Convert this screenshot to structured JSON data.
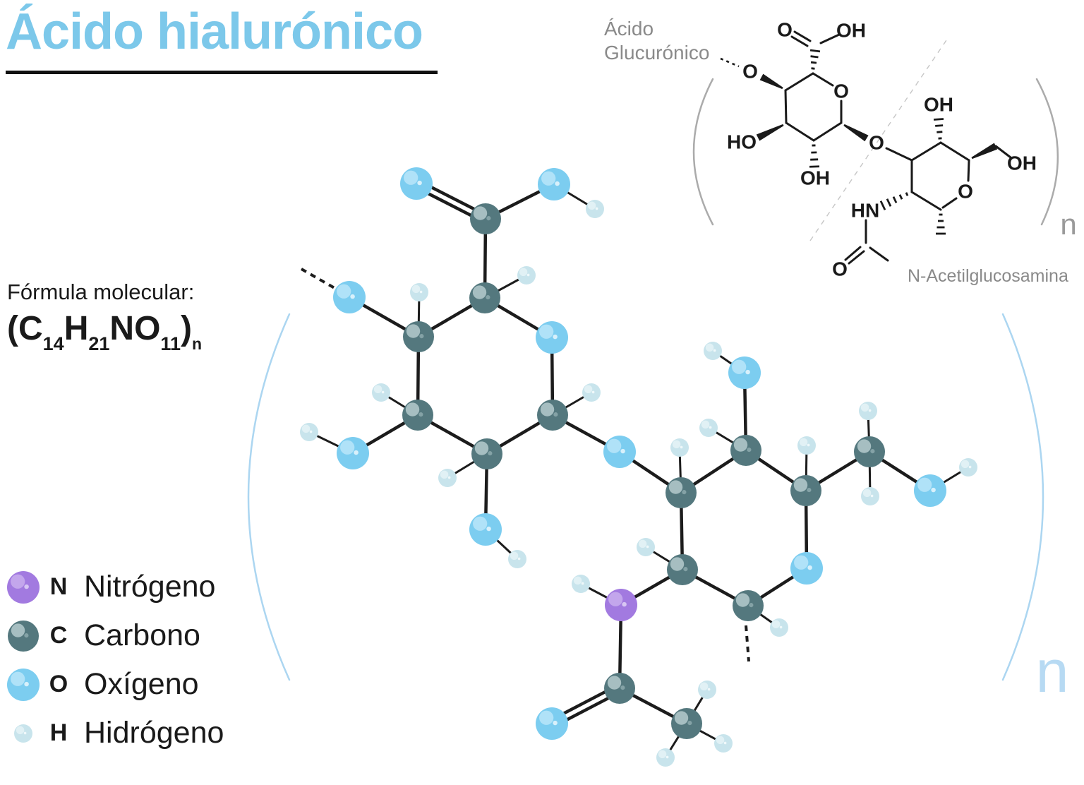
{
  "title": {
    "text": "Ácido hialurónico"
  },
  "colors": {
    "title": "#7CC8EA",
    "bracket": "#ACD6F1",
    "repeat_n": "#B7DAF3",
    "paren": "#ABABAB",
    "caption": "#8A8A8A",
    "bond": "#1C1C1C"
  },
  "formula": {
    "label": "Fórmula molecular:",
    "p1": "(C",
    "s1": "14",
    "p2": "H",
    "s2": "21",
    "p3": "NO",
    "s3": "11",
    "p4": ")",
    "s4": "n"
  },
  "legend": {
    "items": [
      {
        "symbol": "N",
        "name": "Nitrógeno",
        "element": "N"
      },
      {
        "symbol": "C",
        "name": "Carbono",
        "element": "C"
      },
      {
        "symbol": "O",
        "name": "Oxígeno",
        "element": "O"
      },
      {
        "symbol": "H",
        "name": "Hidrógeno",
        "element": "H"
      }
    ]
  },
  "elements": {
    "N": {
      "name": "Nitrógeno",
      "color": "#A27AE0",
      "highlight": "#C3A6EC",
      "dot": "#D7C6F3",
      "r": 23
    },
    "C": {
      "name": "Carbono",
      "color": "#54787E",
      "highlight": "#A6BEC1",
      "dot": "#84A2A6",
      "r": 22
    },
    "O": {
      "name": "Oxígeno",
      "color": "#7CCDF0",
      "highlight": "#B0E2F8",
      "dot": "#D8F0FB",
      "r": 23
    },
    "H": {
      "name": "Hidrógeno",
      "color": "#C8E4EC",
      "highlight": "#E1F1F5",
      "dot": "#EFF8FA",
      "r": 13
    }
  },
  "skeletal": {
    "captions": {
      "line1": "Ácido",
      "line2": "Glucurónico",
      "right": "N-Acetilglucosamina",
      "repeat": "n"
    },
    "labels": [
      [
        "O",
        1063,
        101
      ],
      [
        "O",
        1112,
        42
      ],
      [
        "OH",
        1206,
        43
      ],
      [
        "O",
        1192,
        129
      ],
      [
        "HO",
        1051,
        201
      ],
      [
        "OH",
        1155,
        252
      ],
      [
        "O",
        1242,
        202
      ],
      [
        "OH",
        1330,
        148
      ],
      [
        "OH",
        1448,
        231
      ],
      [
        "O",
        1368,
        271
      ],
      [
        "HN",
        1226,
        298
      ],
      [
        "O",
        1190,
        381
      ]
    ],
    "segments": [
      [
        "p",
        1113,
        128,
        1152,
        104
      ],
      [
        "p",
        1152,
        104,
        1180,
        121
      ],
      [
        "p",
        1192,
        143,
        1192,
        174
      ],
      [
        "p",
        1192,
        174,
        1153,
        199
      ],
      [
        "p",
        1153,
        199,
        1114,
        174
      ],
      [
        "p",
        1114,
        174,
        1113,
        128
      ],
      [
        "p",
        1148,
        58,
        1126,
        45
      ],
      [
        "p",
        1144,
        65,
        1122,
        52
      ],
      [
        "p",
        1163,
        61,
        1189,
        49
      ],
      [
        "x",
        1152,
        97,
        1155,
        72
      ],
      [
        "w",
        1109,
        125,
        1079,
        109
      ],
      [
        "w",
        1110,
        177,
        1074,
        195
      ],
      [
        "x",
        1153,
        206,
        1154,
        236
      ],
      [
        "w",
        1196,
        177,
        1228,
        196
      ],
      [
        "p",
        1256,
        210,
        1292,
        227
      ],
      [
        "p",
        1292,
        227,
        1333,
        202
      ],
      [
        "p",
        1333,
        202,
        1373,
        227
      ],
      [
        "p",
        1373,
        227,
        1372,
        256
      ],
      [
        "p",
        1355,
        281,
        1336,
        294
      ],
      [
        "p",
        1333,
        297,
        1292,
        272
      ],
      [
        "p",
        1292,
        272,
        1292,
        227
      ],
      [
        "x",
        1332,
        196,
        1330,
        169
      ],
      [
        "w",
        1377,
        224,
        1411,
        207
      ],
      [
        "p",
        1411,
        207,
        1432,
        223
      ],
      [
        "x",
        1285,
        275,
        1251,
        291
      ],
      [
        "p",
        1227,
        312,
        1227,
        344
      ],
      [
        "p",
        1219,
        350,
        1198,
        368
      ],
      [
        "p",
        1224,
        356,
        1203,
        373
      ],
      [
        "p",
        1233,
        351,
        1258,
        369
      ],
      [
        "x",
        1333,
        304,
        1333,
        331
      ],
      [
        "g",
        1148,
        341,
        1341,
        57
      ],
      [
        "s",
        1021,
        83,
        1047,
        94
      ]
    ]
  },
  "model": {
    "repeat": "n",
    "atoms": [
      [
        "o1",
        "O",
        590,
        260
      ],
      [
        "c1",
        "C",
        688,
        310
      ],
      [
        "o2",
        "O",
        785,
        261
      ],
      [
        "ho2",
        "H",
        843,
        296
      ],
      [
        "c2",
        "C",
        687,
        422
      ],
      [
        "hc2",
        "H",
        746,
        390
      ],
      [
        "c3",
        "C",
        593,
        477
      ],
      [
        "hc3",
        "H",
        594,
        414
      ],
      [
        "o3",
        "O",
        495,
        421
      ],
      [
        "or1",
        "O",
        782,
        478
      ],
      [
        "c4",
        "C",
        592,
        588
      ],
      [
        "hc4",
        "H",
        540,
        556
      ],
      [
        "o4",
        "O",
        500,
        642
      ],
      [
        "ho4",
        "H",
        438,
        612
      ],
      [
        "c5",
        "C",
        690,
        643
      ],
      [
        "hc5",
        "H",
        634,
        677
      ],
      [
        "o5",
        "O",
        688,
        750
      ],
      [
        "ho5",
        "H",
        733,
        792
      ],
      [
        "c6",
        "C",
        783,
        588
      ],
      [
        "hc6",
        "H",
        838,
        556
      ],
      [
        "o6",
        "O",
        878,
        640
      ],
      [
        "c7",
        "C",
        965,
        698
      ],
      [
        "hc7",
        "H",
        963,
        634
      ],
      [
        "c8",
        "C",
        1057,
        638
      ],
      [
        "hc8",
        "H",
        1004,
        606
      ],
      [
        "o7",
        "O",
        1055,
        528
      ],
      [
        "ho7",
        "H",
        1010,
        497
      ],
      [
        "c9",
        "C",
        1142,
        695
      ],
      [
        "hc9",
        "H",
        1143,
        631
      ],
      [
        "c10",
        "C",
        1232,
        640
      ],
      [
        "hc10a",
        "H",
        1230,
        582
      ],
      [
        "hc10b",
        "H",
        1233,
        703
      ],
      [
        "o8",
        "O",
        1318,
        695
      ],
      [
        "ho8",
        "H",
        1372,
        662
      ],
      [
        "or2",
        "O",
        1143,
        805
      ],
      [
        "c11",
        "C",
        1060,
        858
      ],
      [
        "hc11",
        "H",
        1104,
        889
      ],
      [
        "c12",
        "C",
        967,
        807
      ],
      [
        "hc12",
        "H",
        915,
        775
      ],
      [
        "n1",
        "N",
        880,
        857
      ],
      [
        "hn1",
        "H",
        823,
        827
      ],
      [
        "c13",
        "C",
        878,
        975
      ],
      [
        "o9",
        "O",
        782,
        1025
      ],
      [
        "c14",
        "C",
        973,
        1025
      ],
      [
        "hc14a",
        "H",
        1002,
        977
      ],
      [
        "hc14b",
        "H",
        1025,
        1053
      ],
      [
        "hc14c",
        "H",
        943,
        1073
      ]
    ],
    "bonds": [
      [
        "o1",
        "c1",
        "d"
      ],
      [
        "c1",
        "o2",
        "s"
      ],
      [
        "o2",
        "ho2",
        "h"
      ],
      [
        "c1",
        "c2",
        "s"
      ],
      [
        "c2",
        "hc2",
        "h"
      ],
      [
        "c2",
        "c3",
        "s"
      ],
      [
        "c2",
        "or1",
        "s"
      ],
      [
        "c3",
        "hc3",
        "h"
      ],
      [
        "c3",
        "o3",
        "s"
      ],
      [
        "c3",
        "c4",
        "s"
      ],
      [
        "c4",
        "hc4",
        "h"
      ],
      [
        "c4",
        "o4",
        "s"
      ],
      [
        "o4",
        "ho4",
        "h"
      ],
      [
        "c4",
        "c5",
        "s"
      ],
      [
        "c5",
        "hc5",
        "h"
      ],
      [
        "c5",
        "o5",
        "s"
      ],
      [
        "o5",
        "ho5",
        "h"
      ],
      [
        "c5",
        "c6",
        "s"
      ],
      [
        "c6",
        "hc6",
        "h"
      ],
      [
        "c6",
        "or1",
        "s"
      ],
      [
        "c6",
        "o6",
        "s"
      ],
      [
        "o6",
        "c7",
        "s"
      ],
      [
        "c7",
        "hc7",
        "h"
      ],
      [
        "c7",
        "c8",
        "s"
      ],
      [
        "c7",
        "c12",
        "s"
      ],
      [
        "c8",
        "hc8",
        "h"
      ],
      [
        "c8",
        "o7",
        "s"
      ],
      [
        "o7",
        "ho7",
        "h"
      ],
      [
        "c8",
        "c9",
        "s"
      ],
      [
        "c9",
        "hc9",
        "h"
      ],
      [
        "c9",
        "or2",
        "s"
      ],
      [
        "c9",
        "c10",
        "s"
      ],
      [
        "c10",
        "hc10a",
        "h"
      ],
      [
        "c10",
        "hc10b",
        "h"
      ],
      [
        "c10",
        "o8",
        "s"
      ],
      [
        "o8",
        "ho8",
        "h"
      ],
      [
        "or2",
        "c11",
        "s"
      ],
      [
        "c11",
        "hc11",
        "h"
      ],
      [
        "c11",
        "c12",
        "s"
      ],
      [
        "c12",
        "hc12",
        "h"
      ],
      [
        "c12",
        "n1",
        "s"
      ],
      [
        "n1",
        "hn1",
        "h"
      ],
      [
        "n1",
        "c13",
        "s"
      ],
      [
        "c13",
        "o9",
        "d"
      ],
      [
        "c13",
        "c14",
        "s"
      ],
      [
        "c14",
        "hc14a",
        "h"
      ],
      [
        "c14",
        "hc14b",
        "h"
      ],
      [
        "c14",
        "hc14c",
        "h"
      ]
    ],
    "stubs": [
      [
        427,
        381,
        474,
        408
      ],
      [
        1057,
        886,
        1061,
        937
      ]
    ]
  }
}
